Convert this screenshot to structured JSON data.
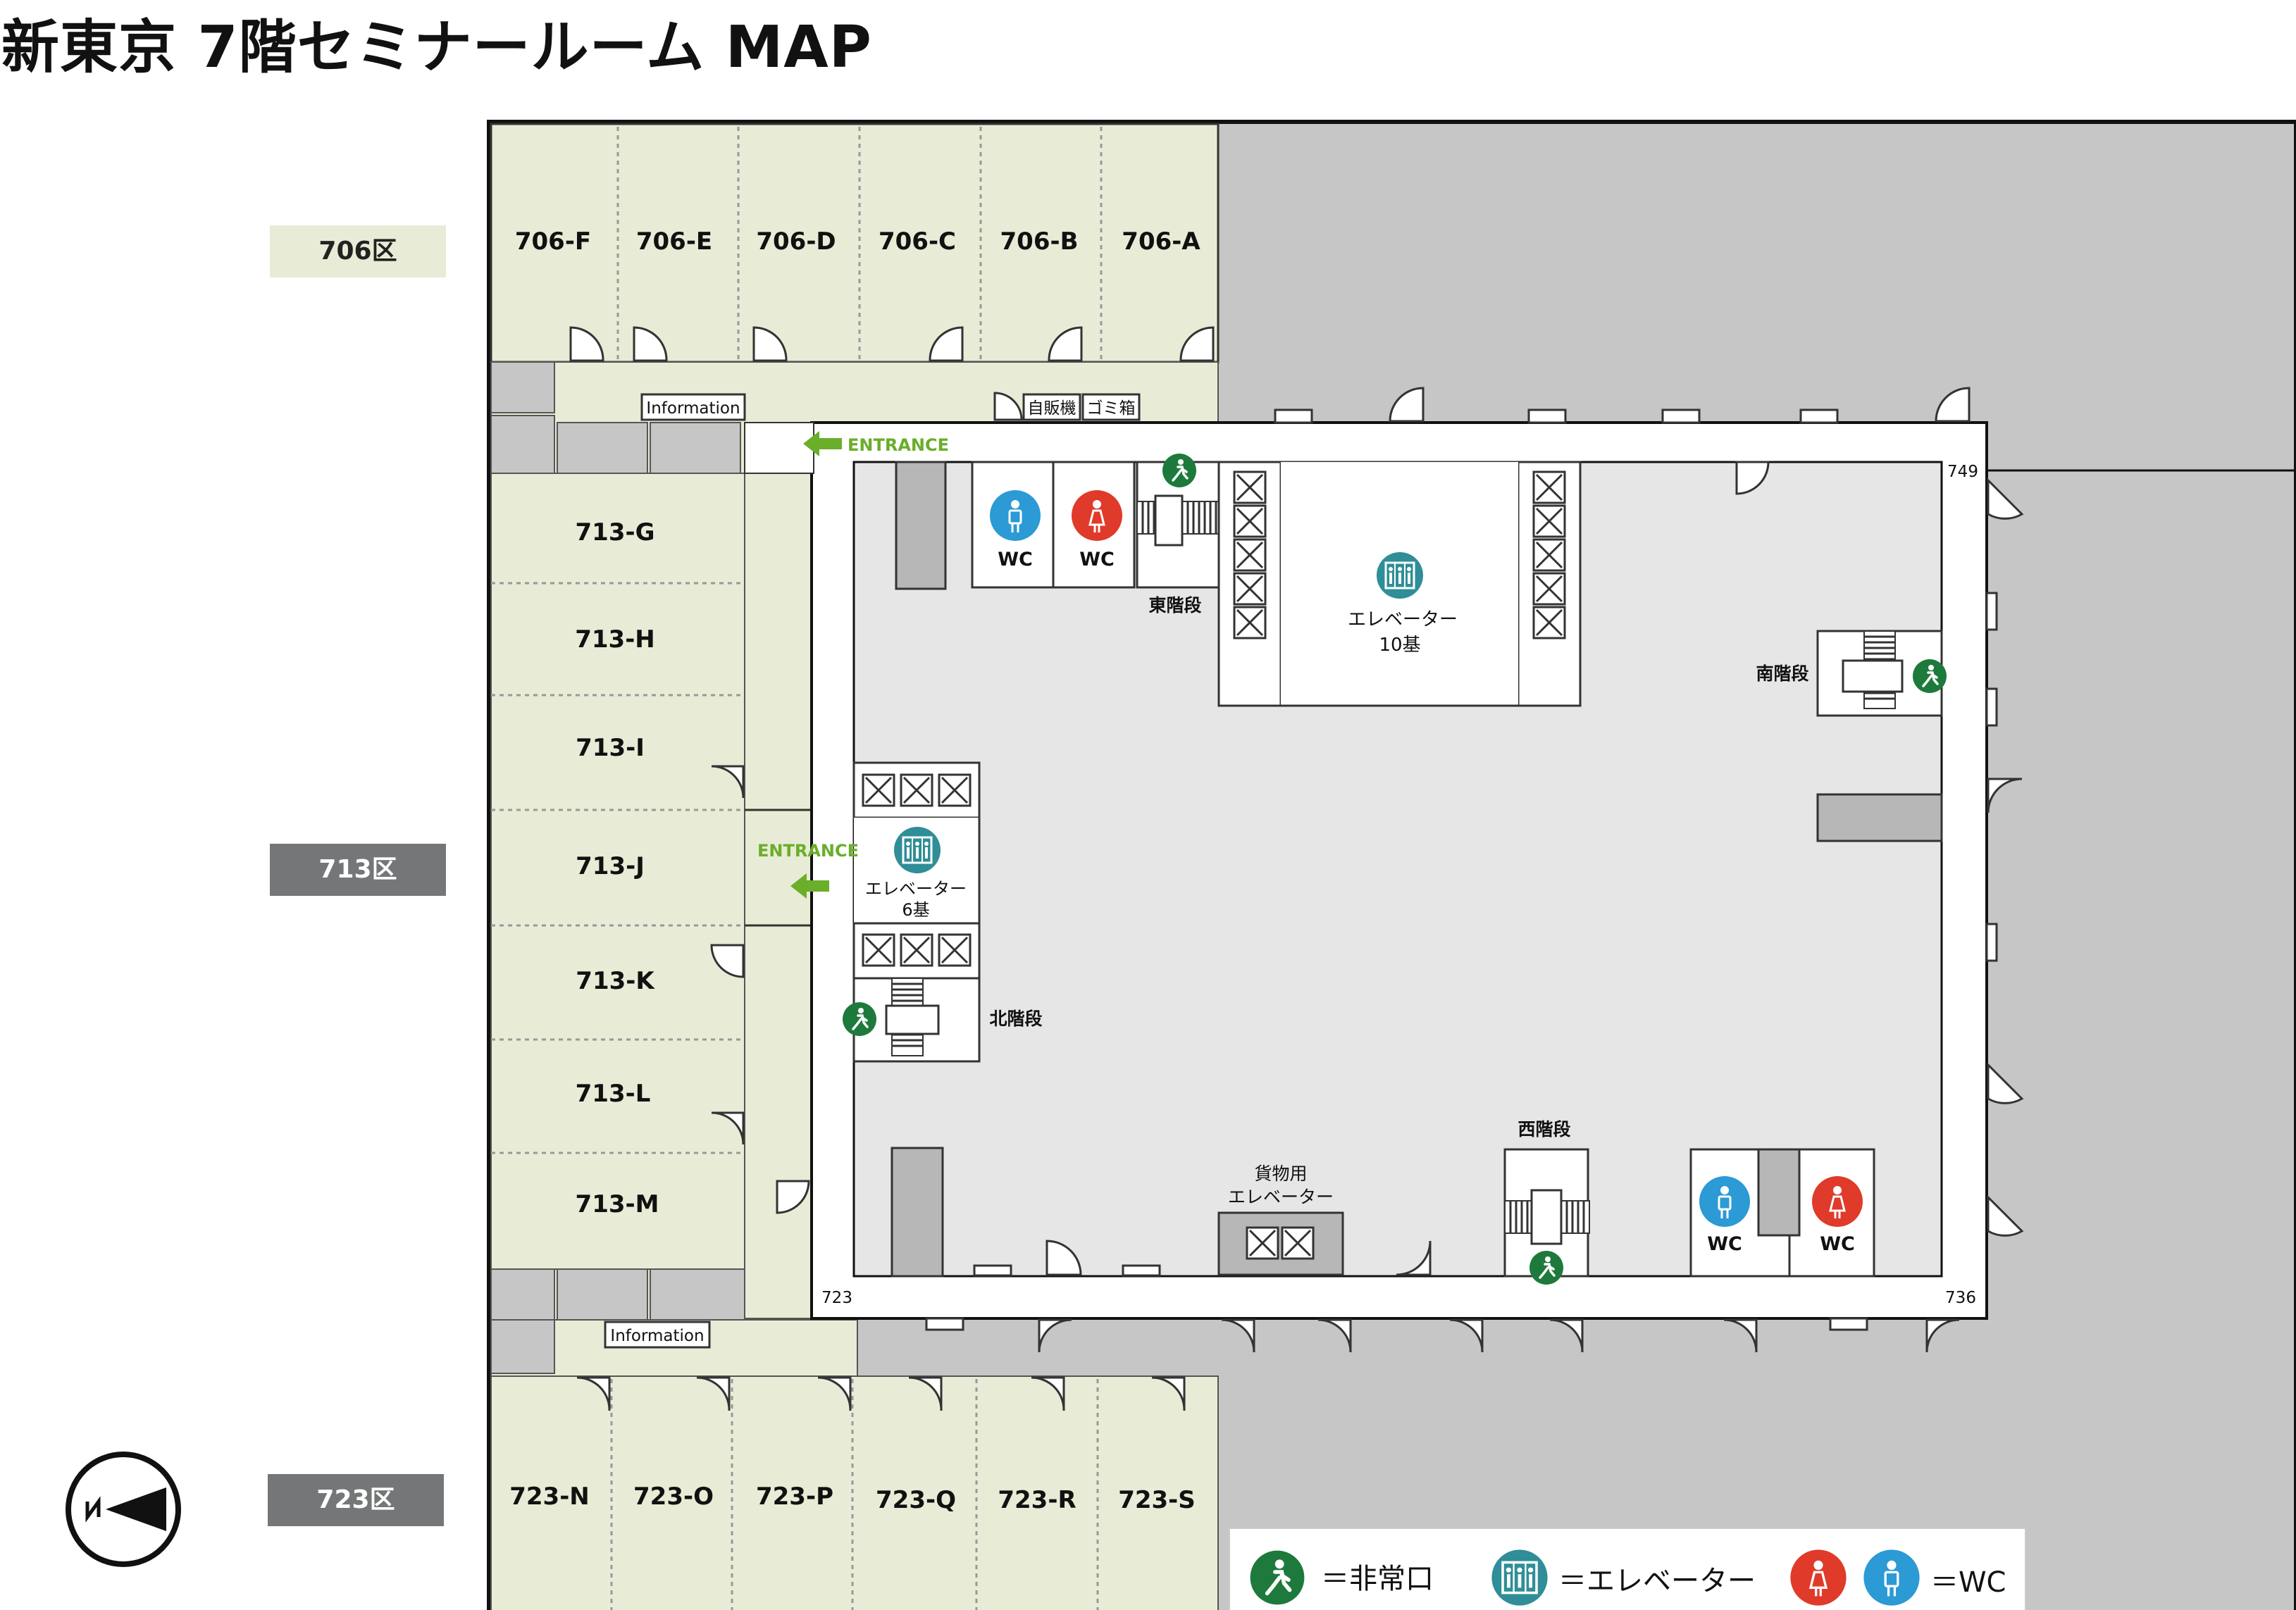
{
  "title": "新東京 7階セミナールーム MAP",
  "zones": [
    {
      "label": "706区",
      "style": "light"
    },
    {
      "label": "713区",
      "style": "dark"
    },
    {
      "label": "723区",
      "style": "dark"
    }
  ],
  "rooms_706": [
    "706-F",
    "706-E",
    "706-D",
    "706-C",
    "706-B",
    "706-A"
  ],
  "rooms_713": [
    "713-G",
    "713-H",
    "713-I",
    "713-J",
    "713-K",
    "713-L",
    "713-M"
  ],
  "rooms_723": [
    "723-N",
    "723-O",
    "723-P",
    "723-Q",
    "723-R",
    "723-S"
  ],
  "information_label": "Information",
  "vending_label": "自販機",
  "trash_label": "ゴミ箱",
  "entrance_label": "ENTRANCE",
  "wc_label": "WC",
  "stairs": {
    "east": "東階段",
    "south": "南階段",
    "north": "北階段",
    "west": "西階段"
  },
  "elevator_main": {
    "line1": "エレベーター",
    "line2": "10基"
  },
  "elevator_sub": {
    "line1": "エレベーター",
    "line2": "6基"
  },
  "freight": {
    "line1": "貨物用",
    "line2": "エレベーター"
  },
  "corners": {
    "c749": "749",
    "c723": "723",
    "c736": "736"
  },
  "legend": {
    "exit": "＝非常口",
    "elevator": "＝エレベーター",
    "wc": "＝WC"
  },
  "colors": {
    "room_fill": "#e8ecd6",
    "gray_area": "#c5c6c5",
    "floor": "#e6e6e6",
    "entrance_green": "#6aae2a",
    "exit_green": "#1d7a3c",
    "elevator_teal": "#2f8e97",
    "wc_male_blue": "#2b9ad5",
    "wc_female_red": "#e03a2a",
    "dark_label": "#747678",
    "light_label": "#e8ecd6"
  }
}
